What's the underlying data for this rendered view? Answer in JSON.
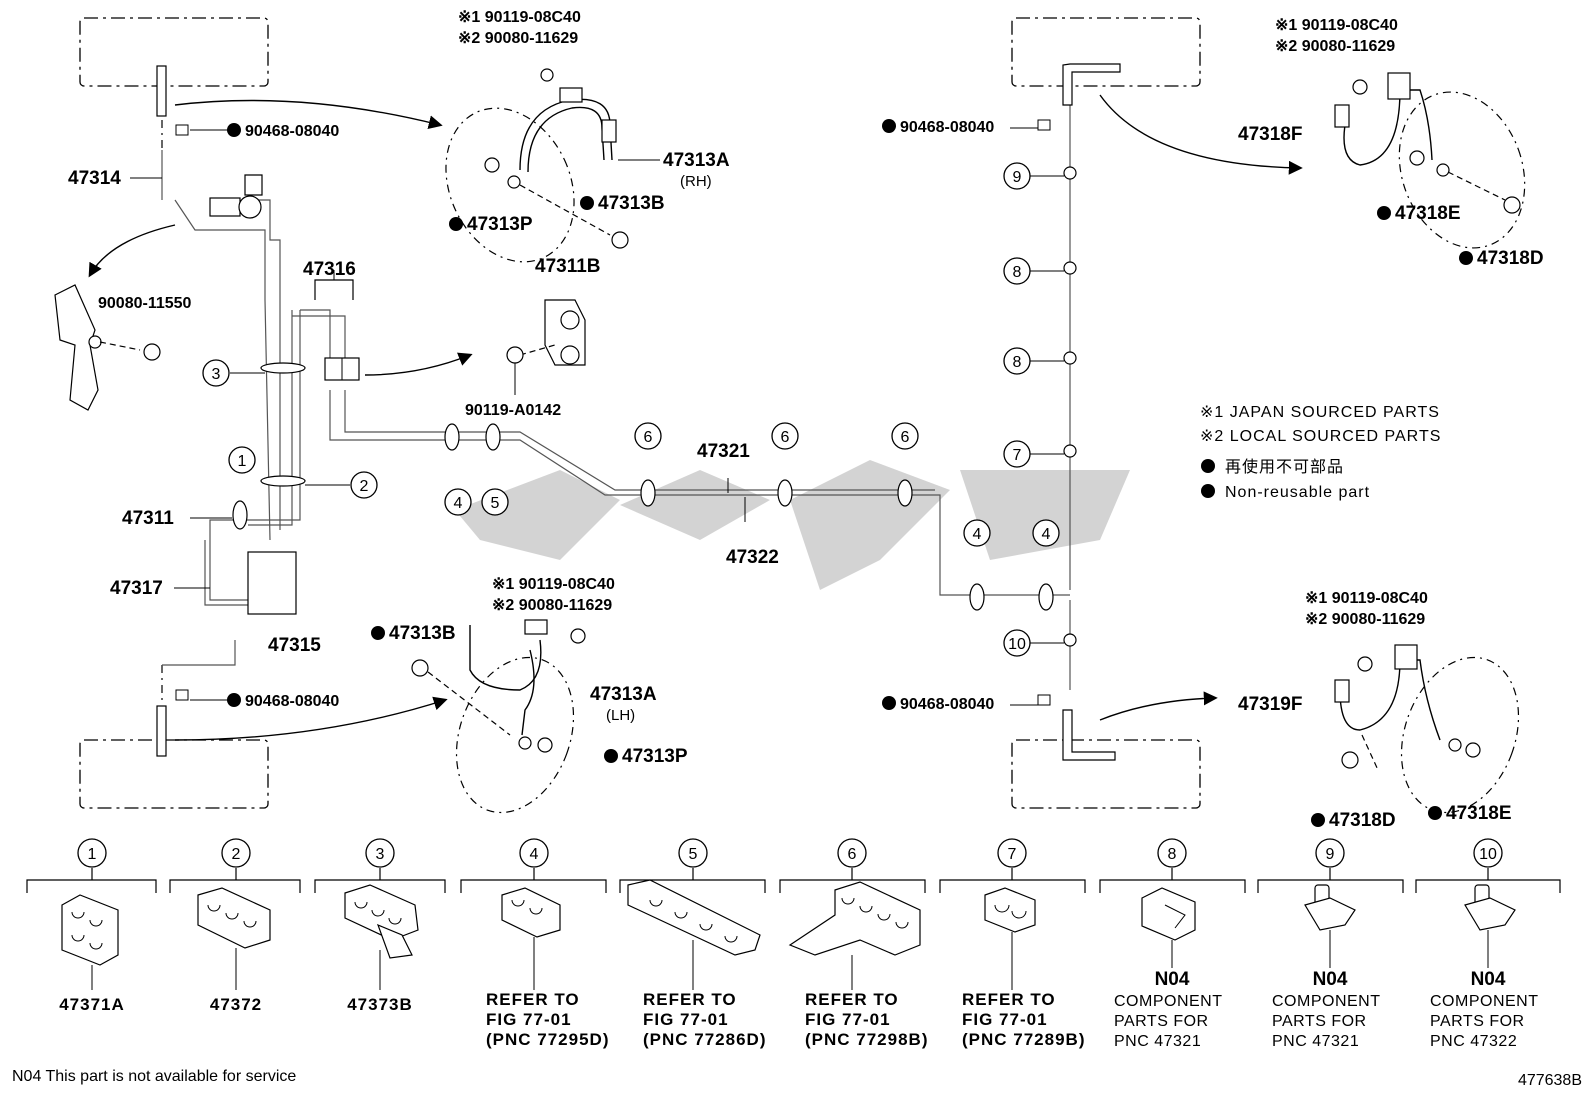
{
  "legend": {
    "note1": "※1 JAPAN SOURCED PARTS",
    "note2": "※2 LOCAL SOURCED PARTS",
    "nonreusable_jp": "再使用不可部品",
    "nonreusable_en": "Non-reusable part"
  },
  "parts": {
    "p47314": "47314",
    "p90468_tl": "90468-08040",
    "p90468_bl": "90468-08040",
    "p90468_tr": "90468-08040",
    "p90468_br": "90468-08040",
    "p90080_11550": "90080-11550",
    "p47316": "47316",
    "p47311B": "47311B",
    "p90119_A0142": "90119-A0142",
    "p47311": "47311",
    "p47317": "47317",
    "p47315": "47315",
    "p47321": "47321",
    "p47322": "47322",
    "rh_note1": "※1 90119-08C40",
    "rh_note2": "※2 90080-11629",
    "p47313A_rh": "47313A",
    "rh_label": "(RH)",
    "p47313B_rh": "47313B",
    "p47313P_rh": "47313P",
    "lh_note1": "※1 90119-08C40",
    "lh_note2": "※2 90080-11629",
    "p47313B_lh": "47313B",
    "p47313A_lh": "47313A",
    "lh_label": "(LH)",
    "p47313P_lh": "47313P",
    "tr_note1": "※1 90119-08C40",
    "tr_note2": "※2 90080-11629",
    "p47318F": "47318F",
    "p47318E_tr": "47318E",
    "p47318D_tr": "47318D",
    "br_note1": "※1 90119-08C40",
    "br_note2": "※2 90080-11629",
    "p47319F": "47319F",
    "p47318D_br": "47318D",
    "p47318E_br": "47318E"
  },
  "callouts": [
    "1",
    "2",
    "3",
    "4",
    "5",
    "6",
    "7",
    "8",
    "9",
    "10"
  ],
  "clips": [
    {
      "num": "1",
      "lines": [
        "47371A"
      ]
    },
    {
      "num": "2",
      "lines": [
        "47372"
      ]
    },
    {
      "num": "3",
      "lines": [
        "47373B"
      ]
    },
    {
      "num": "4",
      "lines": [
        "REFER TO",
        "FIG 77-01",
        "(PNC 77295D)"
      ]
    },
    {
      "num": "5",
      "lines": [
        "REFER TO",
        "FIG 77-01",
        "(PNC 77286D)"
      ]
    },
    {
      "num": "6",
      "lines": [
        "REFER TO",
        "FIG 77-01",
        "(PNC 77298B)"
      ]
    },
    {
      "num": "7",
      "lines": [
        "REFER TO",
        "FIG 77-01",
        "(PNC 77289B)"
      ]
    },
    {
      "num": "8",
      "lines": [
        "N04",
        "COMPONENT",
        "PARTS FOR",
        "PNC 47321"
      ]
    },
    {
      "num": "9",
      "lines": [
        "N04",
        "COMPONENT",
        "PARTS FOR",
        "PNC 47321"
      ]
    },
    {
      "num": "10",
      "lines": [
        "N04",
        "COMPONENT",
        "PARTS FOR",
        "PNC 47322"
      ]
    }
  ],
  "footer": {
    "note": "N04 This part is not available for service",
    "figure_id": "477638B"
  }
}
